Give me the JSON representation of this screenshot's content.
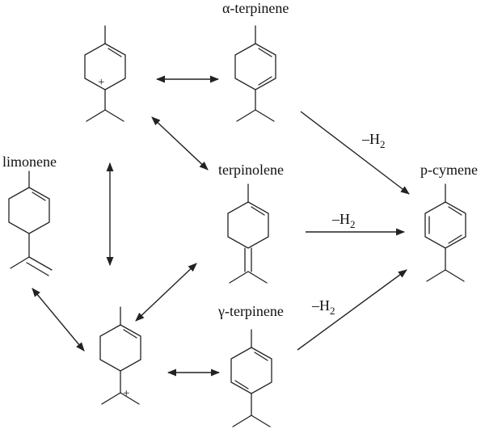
{
  "labels": {
    "alpha_terpinene": "α-terpinene",
    "terpinolene": "terpinolene",
    "limonene": "limonene",
    "gamma_terpinene": "γ-terpinene",
    "p_cymene": "p-cymene",
    "minus_h2_prefix": "–H",
    "minus_h2_subscript": "2",
    "plus_sign": "+"
  },
  "colors": {
    "ink": "#222222",
    "background": "#ffffff"
  }
}
